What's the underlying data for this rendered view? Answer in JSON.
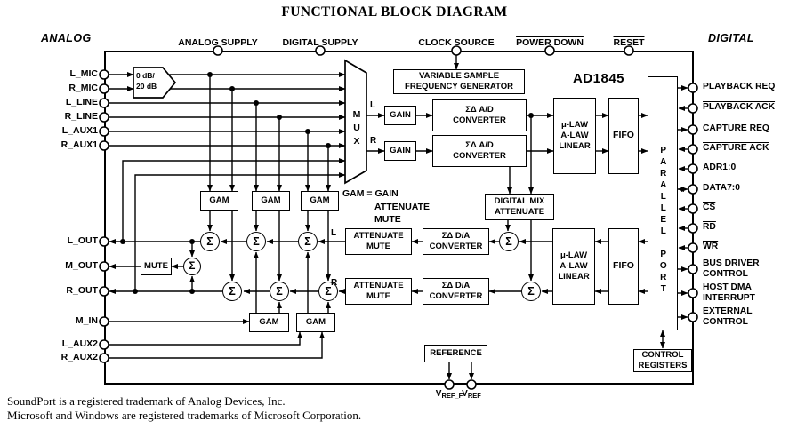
{
  "title": "FUNCTIONAL BLOCK DIAGRAM",
  "chip_label": "AD1845",
  "region_labels": {
    "analog": "ANALOG",
    "digital": "DIGITAL"
  },
  "top_pins": {
    "analog_supply": "ANALOG SUPPLY",
    "digital_supply": "DIGITAL SUPPLY",
    "clock_source": "CLOCK SOURCE",
    "power_down": "POWER DOWN",
    "reset": "RESET"
  },
  "left_pins": {
    "l_mic": "L_MIC",
    "r_mic": "R_MIC",
    "l_line": "L_LINE",
    "r_line": "R_LINE",
    "l_aux1": "L_AUX1",
    "r_aux1": "R_AUX1",
    "l_out": "L_OUT",
    "m_out": "M_OUT",
    "r_out": "R_OUT",
    "m_in": "M_IN",
    "l_aux2": "L_AUX2",
    "r_aux2": "R_AUX2"
  },
  "right_pins": {
    "playback_req": {
      "label": "PLAYBACK REQ",
      "dir": "out"
    },
    "playback_ack": {
      "label": "PLAYBACK ACK",
      "dir": "in",
      "overline": true
    },
    "capture_req": {
      "label": "CAPTURE REQ",
      "dir": "out"
    },
    "capture_ack": {
      "label": "CAPTURE ACK",
      "dir": "in",
      "overline": true
    },
    "adr": {
      "label": "ADR1:0",
      "dir": "in"
    },
    "data": {
      "label": "DATA7:0",
      "dir": "bidir"
    },
    "cs": {
      "label": "CS",
      "dir": "in",
      "overline": true
    },
    "rd": {
      "label": "RD",
      "dir": "in",
      "overline": true
    },
    "wr": {
      "label": "WR",
      "dir": "in",
      "overline": true
    },
    "bus_driver": {
      "label": "BUS DRIVER",
      "label2": "CONTROL",
      "dir": "out"
    },
    "host_dma": {
      "label": "HOST DMA",
      "label2": "INTERRUPT",
      "dir": "out"
    },
    "external": {
      "label": "EXTERNAL",
      "label2": "CONTROL",
      "dir": "out"
    }
  },
  "bottom_pins": {
    "vref_f": {
      "main": "V",
      "sub": "REF_F"
    },
    "vref": {
      "main": "V",
      "sub": "REF"
    }
  },
  "blocks": {
    "mic_gain_line1": "0 dB/",
    "mic_gain_line2": "20 dB",
    "mux": "MUX",
    "vsfg_line1": "VARIABLE SAMPLE",
    "vsfg_line2": "FREQUENCY GENERATOR",
    "gain": "GAIN",
    "adc_line1": "ΣΔ A/D",
    "adc_line2": "CONVERTER",
    "dac_line1": "ΣΔ D/A",
    "dac_line2": "CONVERTER",
    "law_line1": "μ-LAW",
    "law_line2": "A-LAW",
    "law_line3": "LINEAR",
    "fifo": "FIFO",
    "parallel_port": "PARALLEL PORT",
    "gam": "GAM",
    "mute": "MUTE",
    "att_line1": "ATTENUATE",
    "att_line2": "MUTE",
    "digmix_line1": "DIGITAL MIX",
    "digmix_line2": "ATTENUATE",
    "reference": "REFERENCE",
    "ctrl_line1": "CONTROL",
    "ctrl_line2": "REGISTERS",
    "sigma": "Σ"
  },
  "channel_labels": {
    "mux_l": "L",
    "mux_r": "R",
    "att_l": "L",
    "att_r": "R"
  },
  "legend": {
    "line1": "GAM = GAIN",
    "line2": "ATTENUATE",
    "line3": "MUTE"
  },
  "footnotes": {
    "line1": "SoundPort is a registered trademark of Analog Devices, Inc.",
    "line2": "Microsoft and Windows are registered trademarks of Microsoft Corporation."
  }
}
